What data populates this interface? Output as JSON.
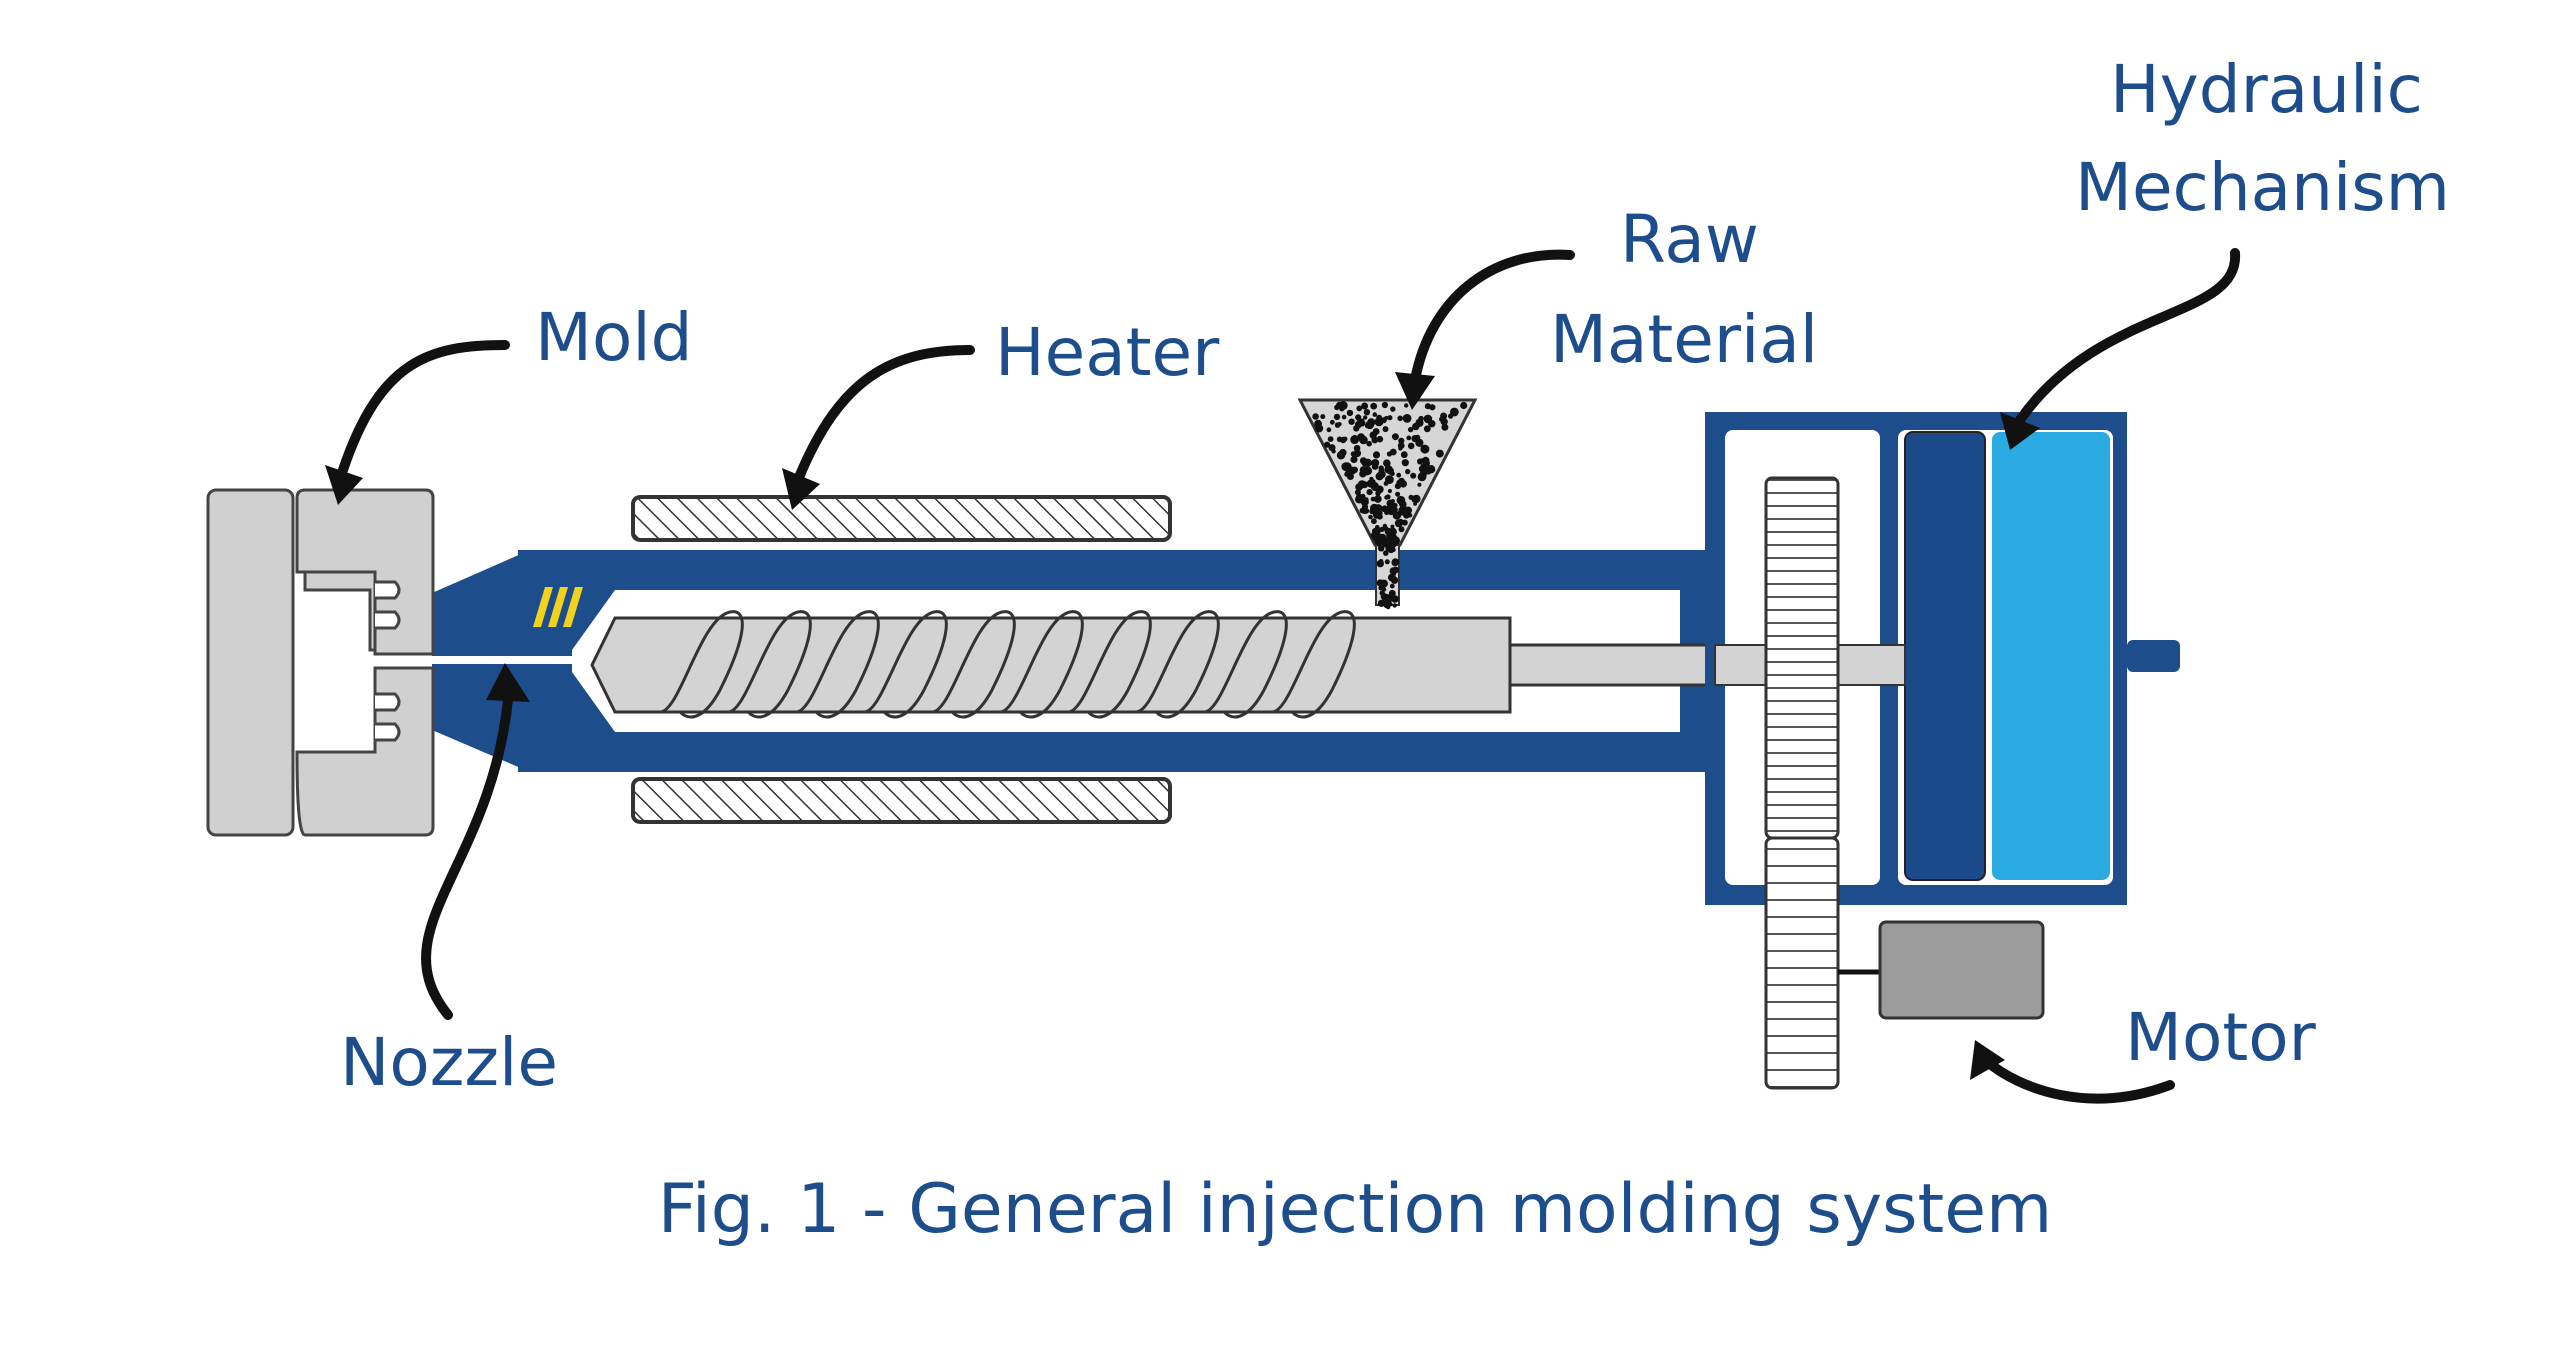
{
  "labels": {
    "mold": "Mold",
    "heater": "Heater",
    "raw_material_line1": "Raw",
    "raw_material_line2": "Material",
    "hydraulic_line1": "Hydraulic",
    "hydraulic_line2": "Mechanism",
    "nozzle": "Nozzle",
    "motor": "Motor"
  },
  "caption": "Fig. 1 - General injection molding system",
  "colors": {
    "label_text": "#1e4d8c",
    "barrel": "#1e4d8c",
    "hydraulic_dark": "#1b4a8a",
    "hydraulic_light": "#29abe2",
    "mold_gray": "#d0d0d0",
    "motor_gray": "#9b9b9b",
    "nozzle_stripe": "#f2d21c",
    "arrow": "#111111"
  }
}
